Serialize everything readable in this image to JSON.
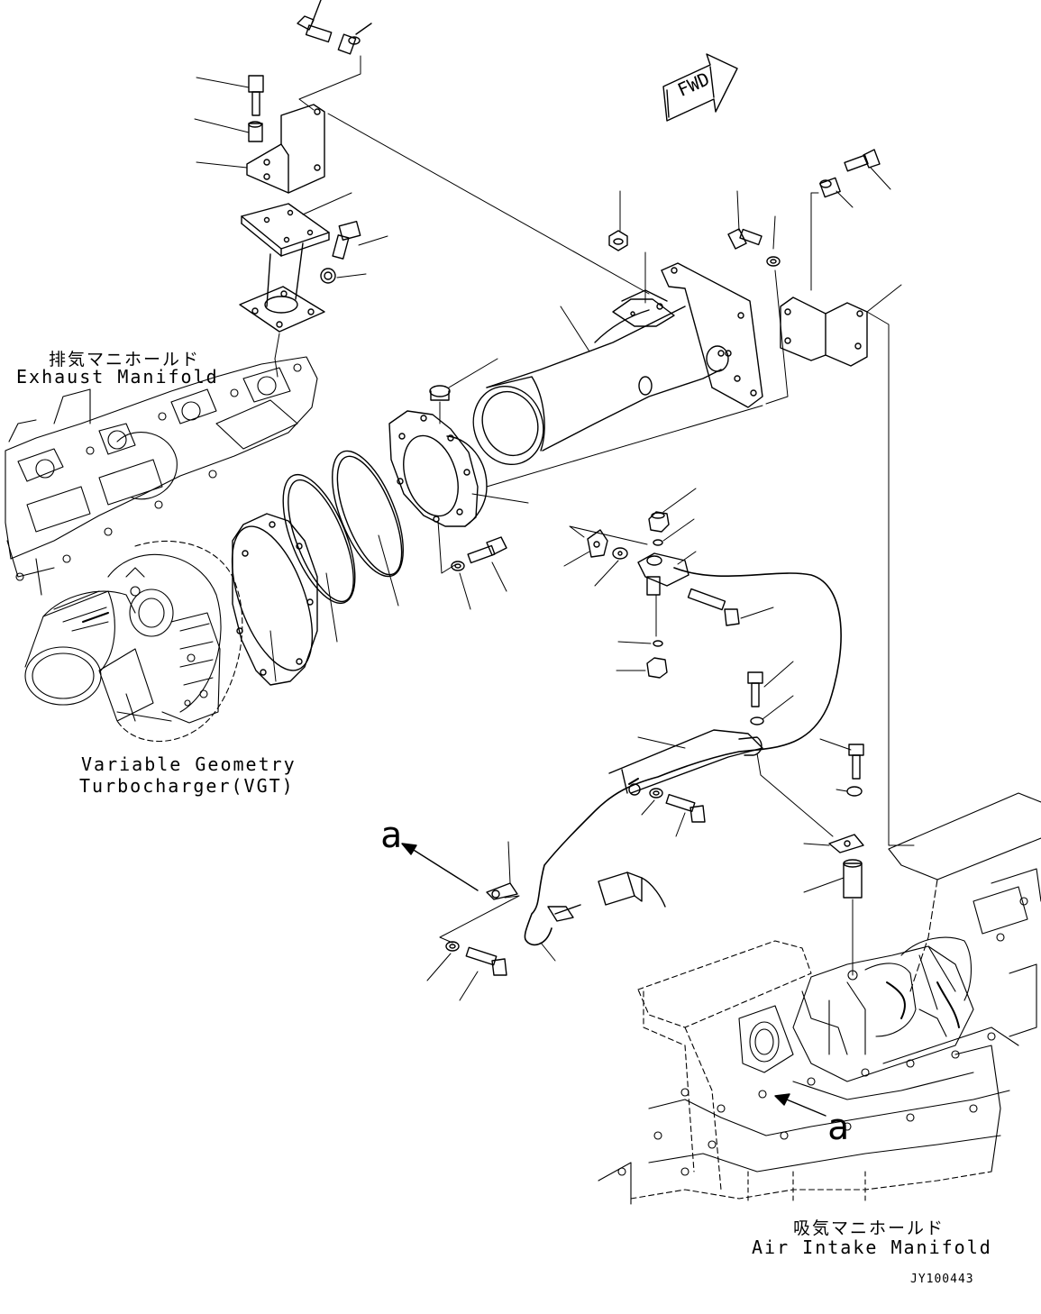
{
  "labels": {
    "exhaust_manifold_ja": "排気マニホールド",
    "exhaust_manifold_en": "Exhaust Manifold",
    "vgt_line1": "Variable Geometry",
    "vgt_line2": "Turbocharger(VGT)",
    "intake_manifold_ja": "吸気マニホールド",
    "intake_manifold_en": "Air Intake Manifold",
    "fwd": "FWD",
    "ref_a_upper": "a",
    "ref_a_lower": "a",
    "drawing_code": "JY100443"
  },
  "colors": {
    "line": "#000000",
    "background": "#ffffff"
  }
}
